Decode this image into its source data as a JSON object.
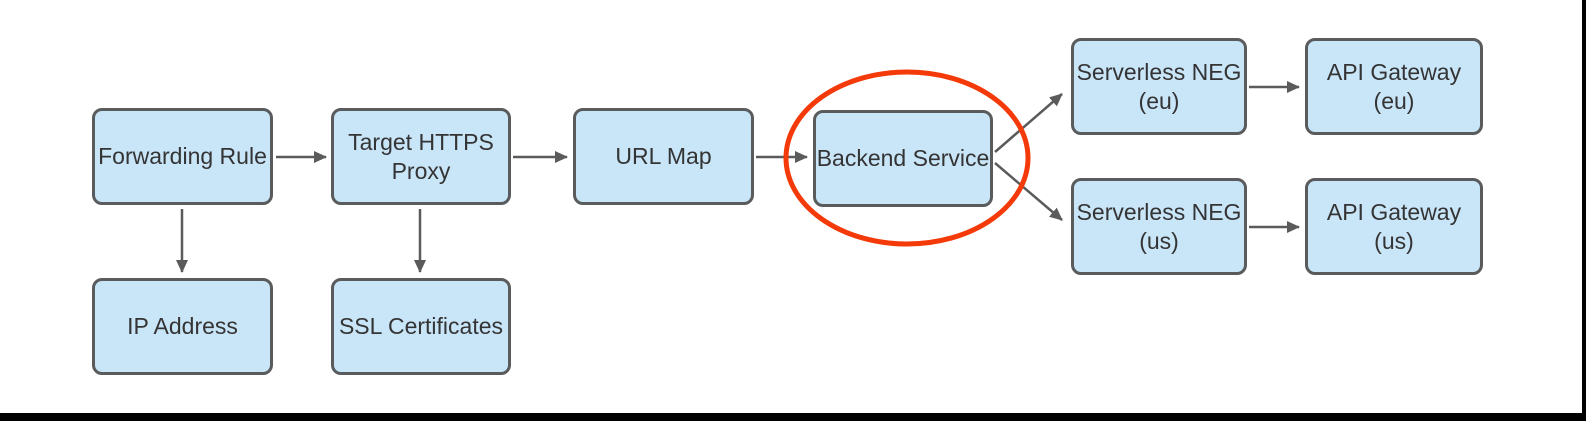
{
  "diagram": {
    "type": "flowchart",
    "description": "HTTPS load balancer flow with highlighted Backend Service fanning out to regional serverless NEGs and API Gateways",
    "nodes": [
      {
        "id": "forwarding-rule",
        "label": "Forwarding Rule"
      },
      {
        "id": "target-https-proxy",
        "label": "Target HTTPS\nProxy"
      },
      {
        "id": "url-map",
        "label": "URL Map"
      },
      {
        "id": "backend-service",
        "label": "Backend Service",
        "highlighted": true
      },
      {
        "id": "serverless-neg-eu",
        "label": "Serverless NEG\n(eu)"
      },
      {
        "id": "api-gateway-eu",
        "label": "API Gateway\n(eu)"
      },
      {
        "id": "serverless-neg-us",
        "label": "Serverless NEG\n(us)"
      },
      {
        "id": "api-gateway-us",
        "label": "API Gateway\n(us)"
      },
      {
        "id": "ip-address",
        "label": "IP Address"
      },
      {
        "id": "ssl-certificates",
        "label": "SSL Certificates"
      }
    ],
    "edges": [
      {
        "from": "forwarding-rule",
        "to": "target-https-proxy"
      },
      {
        "from": "target-https-proxy",
        "to": "url-map"
      },
      {
        "from": "url-map",
        "to": "backend-service"
      },
      {
        "from": "backend-service",
        "to": "serverless-neg-eu"
      },
      {
        "from": "backend-service",
        "to": "serverless-neg-us"
      },
      {
        "from": "serverless-neg-eu",
        "to": "api-gateway-eu"
      },
      {
        "from": "serverless-neg-us",
        "to": "api-gateway-us"
      },
      {
        "from": "forwarding-rule",
        "to": "ip-address"
      },
      {
        "from": "target-https-proxy",
        "to": "ssl-certificates"
      }
    ],
    "colors": {
      "node_fill": "#c9e5f8",
      "node_border": "#595b5d",
      "node_text": "#343434",
      "arrow": "#5b5b5b",
      "highlight_ellipse": "#f43a08",
      "page_edge": "#000000"
    }
  }
}
